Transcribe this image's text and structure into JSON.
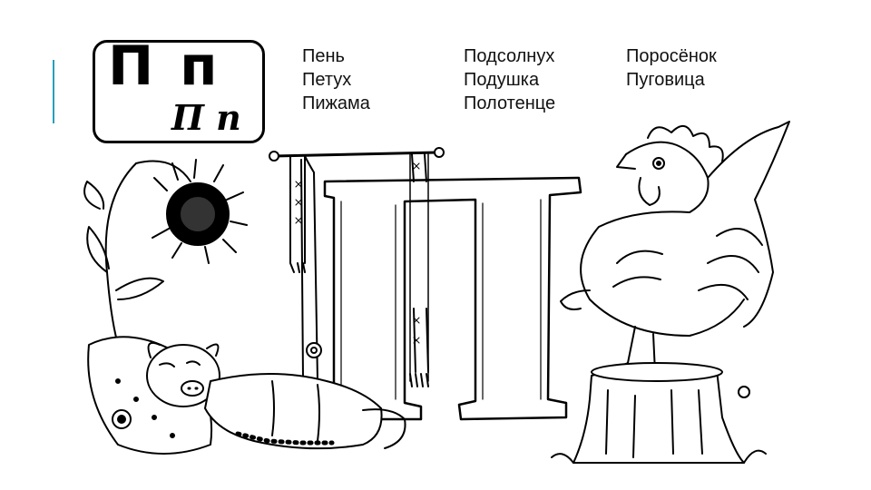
{
  "letter": {
    "print": "П п",
    "script": "П п"
  },
  "words": {
    "column_1": [
      "Пень",
      "Петух",
      "Пижама"
    ],
    "column_2": [
      "Подсолнух",
      "Подушка",
      "Полотенце"
    ],
    "column_3": [
      "Поросёнок",
      "Пуговица"
    ]
  },
  "colors": {
    "accent": "#2a9fbc",
    "ink": "#000000",
    "background": "#ffffff"
  },
  "illustrations": [
    "sunflower-icon",
    "towel-icon",
    "pig-icon",
    "pillow-icon",
    "rooster-icon",
    "stump-icon",
    "big-letter-p"
  ]
}
